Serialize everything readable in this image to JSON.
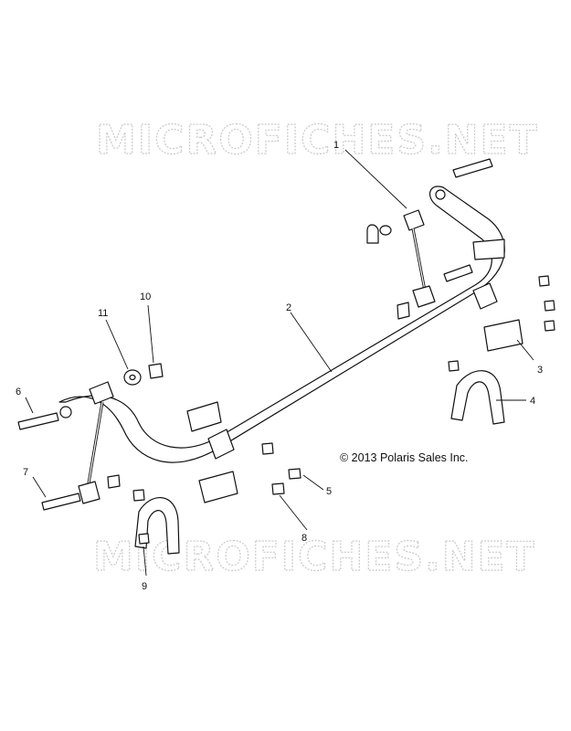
{
  "watermark": "MICROFICHES.NET",
  "copyright": "© 2013 Polaris Sales Inc.",
  "callouts": [
    "1",
    "2",
    "3",
    "4",
    "5",
    "6",
    "7",
    "8",
    "9",
    "10",
    "11"
  ]
}
